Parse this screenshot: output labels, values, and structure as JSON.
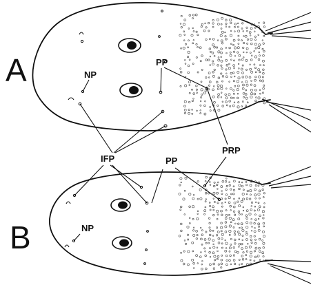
{
  "panels": [
    {
      "letter": "A"
    },
    {
      "letter": "B"
    }
  ],
  "labels": {
    "pp_a": "PP",
    "np_a": "NP",
    "ifp": "IFP",
    "pp_b": "PP",
    "prp": "PRP",
    "np_b": "NP"
  },
  "colors": {
    "ink": "#111111",
    "background": "#ffffff"
  }
}
